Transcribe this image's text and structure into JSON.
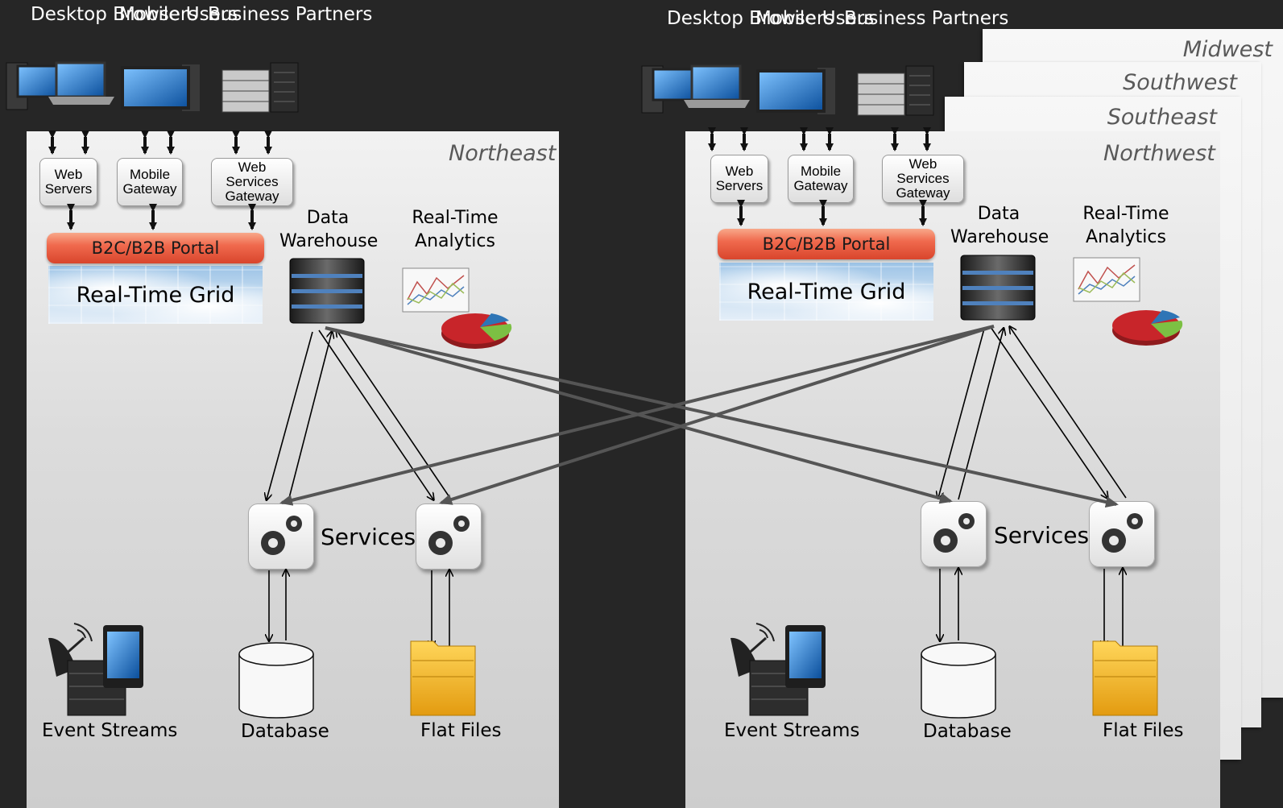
{
  "left": {
    "region": "Northeast",
    "clients": {
      "desktop": "Desktop\nBrowsers",
      "mobile": "Mobile\nUsers",
      "business": "Business\nPartners"
    },
    "gateways": {
      "web": "Web\nServers",
      "mobile": "Mobile\nGateway",
      "ws": "Web\nServices\nGateway"
    },
    "portal": "B2C/B2B Portal",
    "grid": "Real-Time Grid",
    "warehouse": "Data\nWarehouse",
    "analytics": "Real-Time\nAnalytics",
    "services": "Services",
    "event_streams": "Event Streams",
    "database": "Database",
    "flat_files": "Flat Files"
  },
  "right": {
    "region": "Northwest",
    "stacked_regions": [
      "Midwest",
      "Southwest",
      "Southeast"
    ],
    "clients": {
      "desktop": "Desktop\nBrowsers",
      "mobile": "Mobile\nUsers",
      "business": "Business\nPartners"
    },
    "gateways": {
      "web": "Web\nServers",
      "mobile": "Mobile\nGateway",
      "ws": "Web\nServices\nGateway"
    },
    "portal": "B2C/B2B Portal",
    "grid": "Real-Time Grid",
    "warehouse": "Data\nWarehouse",
    "analytics": "Real-Time\nAnalytics",
    "services": "Services",
    "event_streams": "Event Streams",
    "database": "Database",
    "flat_files": "Flat Files"
  },
  "colors": {
    "background": "#262626",
    "portal": "#f06a4e",
    "folder": "#f5b922",
    "pie_red": "#c8252a",
    "pie_green": "#7cc043",
    "pie_blue": "#2e75b6"
  }
}
